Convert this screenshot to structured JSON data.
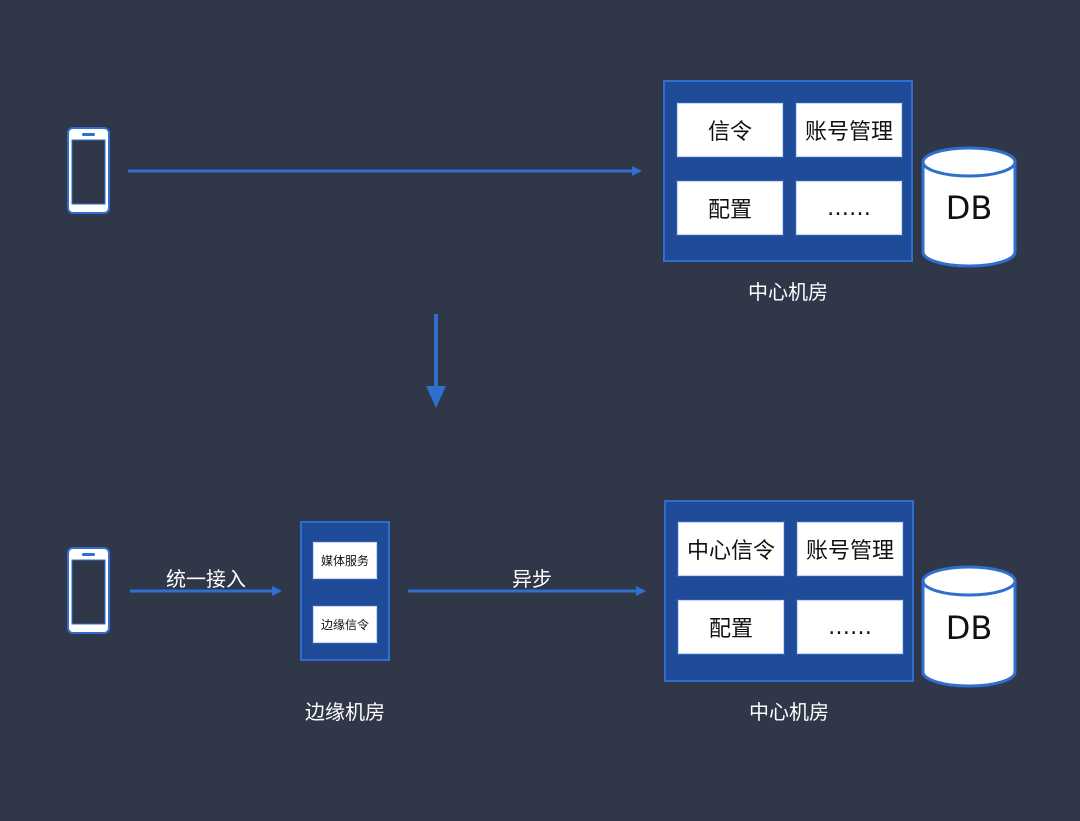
{
  "before": {
    "center": {
      "modules": [
        "信令",
        "账号管理",
        "配置",
        "……"
      ],
      "label": "中心机房",
      "db": "DB"
    }
  },
  "after": {
    "access_label": "统一接入",
    "edge": {
      "modules": [
        "媒体服务",
        "边缘信令"
      ],
      "label": "边缘机房"
    },
    "async_label": "异步",
    "center": {
      "modules": [
        "中心信令",
        "账号管理",
        "配置",
        "……"
      ],
      "label": "中心机房",
      "db": "DB"
    }
  },
  "colors": {
    "background": "#2f3749",
    "box_fill": "#1f4b99",
    "box_border": "#2f6fd0",
    "arrow": "#2f6fd0",
    "text": "#ffffff"
  }
}
